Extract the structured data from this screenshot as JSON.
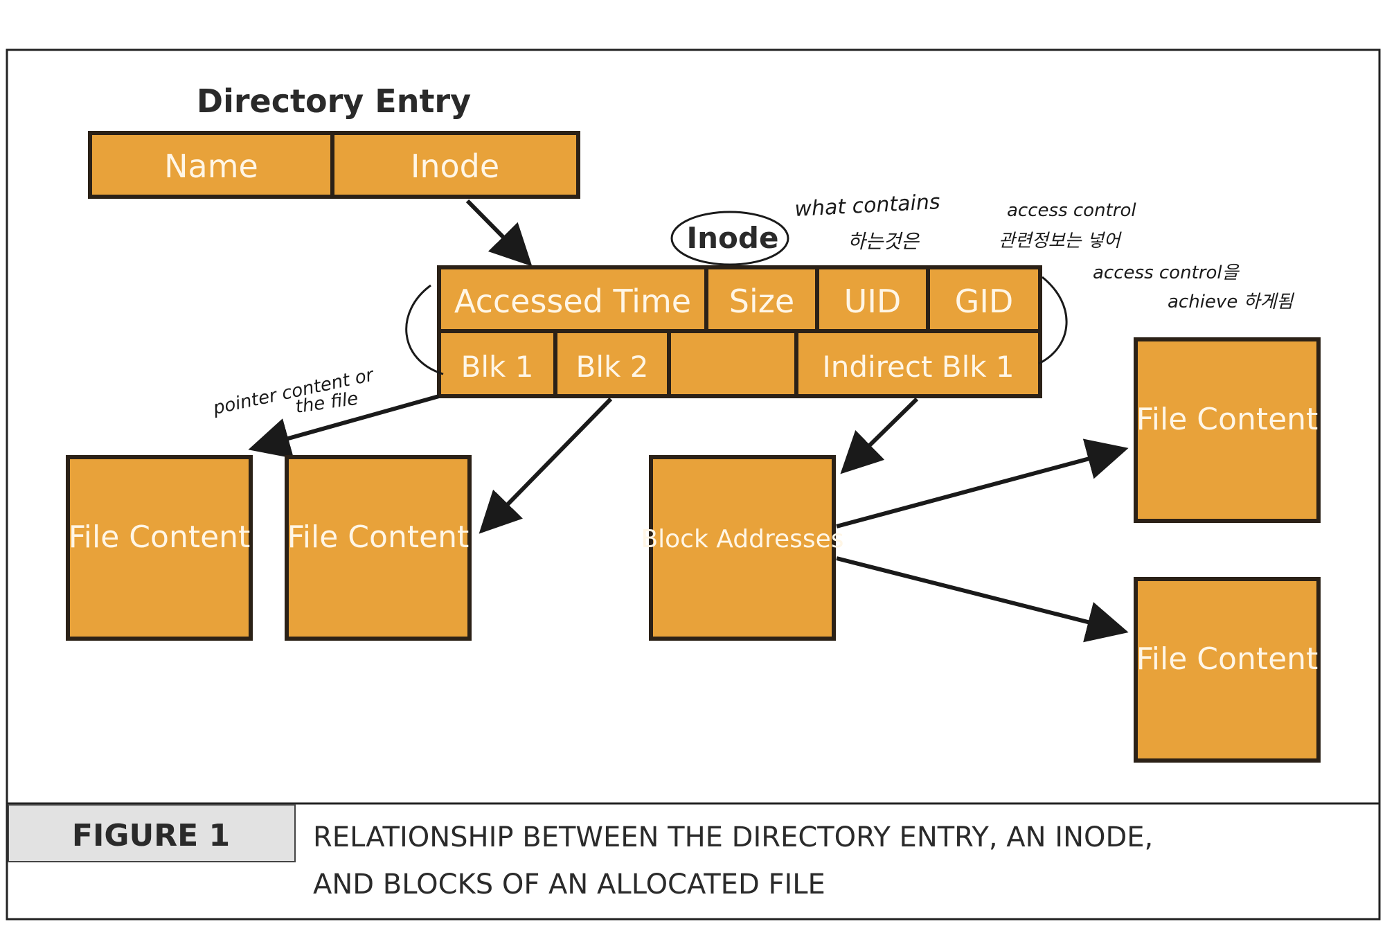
{
  "diagram": {
    "title": "Directory Entry",
    "directory_entry": {
      "name": "Name",
      "inode": "Inode"
    },
    "inode_label": "Inode",
    "inode_row1": [
      "Accessed Time",
      "Size",
      "UID",
      "GID"
    ],
    "inode_row2": [
      "Blk 1",
      "Blk 2",
      "",
      "Indirect Blk 1"
    ],
    "block_addresses": "Block Addresses",
    "file_content_label": "File Content"
  },
  "annotations": {
    "note_inode_1": "what contains",
    "note_inode_2": "하는것은",
    "note_access_1": "access control",
    "note_access_2": "관련정보는 넣어",
    "note_access_3": "access control을",
    "note_access_4": "achieve 하게됨",
    "note_pointer_1": "pointer content or",
    "note_pointer_2": "the file"
  },
  "caption": {
    "figure_label": "FIGURE 1",
    "line1": "RELATIONSHIP BETWEEN THE DIRECTORY ENTRY, AN INODE,",
    "line2": "AND BLOCKS OF AN ALLOCATED FILE"
  },
  "colors": {
    "box_fill": "#e8a23a",
    "box_text": "#fff6e6",
    "caption_label_bg": "#e2e2e2"
  }
}
